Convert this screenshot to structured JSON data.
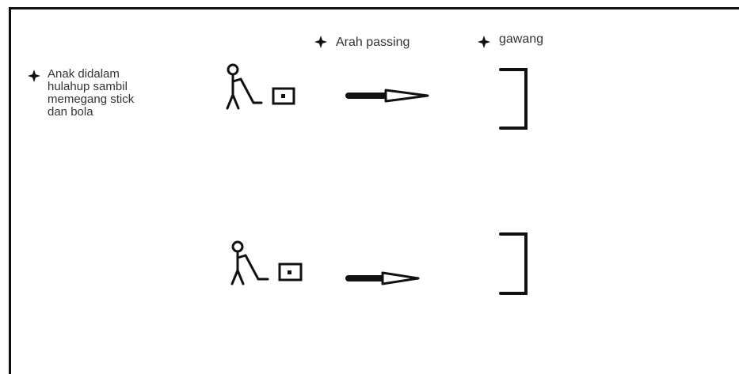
{
  "labels": {
    "legend_child": "Anak didalam\nhulahup sambil\nmemegang stick\ndan bola",
    "legend_direction": "Arah passing",
    "legend_goal": "gawang"
  },
  "colors": {
    "ink": "#111111",
    "text": "#333333",
    "background": "#ffffff"
  },
  "icons": [
    "diamond-bullet-icon",
    "stick-figure-icon",
    "ball-box-icon",
    "arrow-icon",
    "goal-icon"
  ],
  "rows": [
    {
      "name": "row-1"
    },
    {
      "name": "row-2"
    }
  ]
}
